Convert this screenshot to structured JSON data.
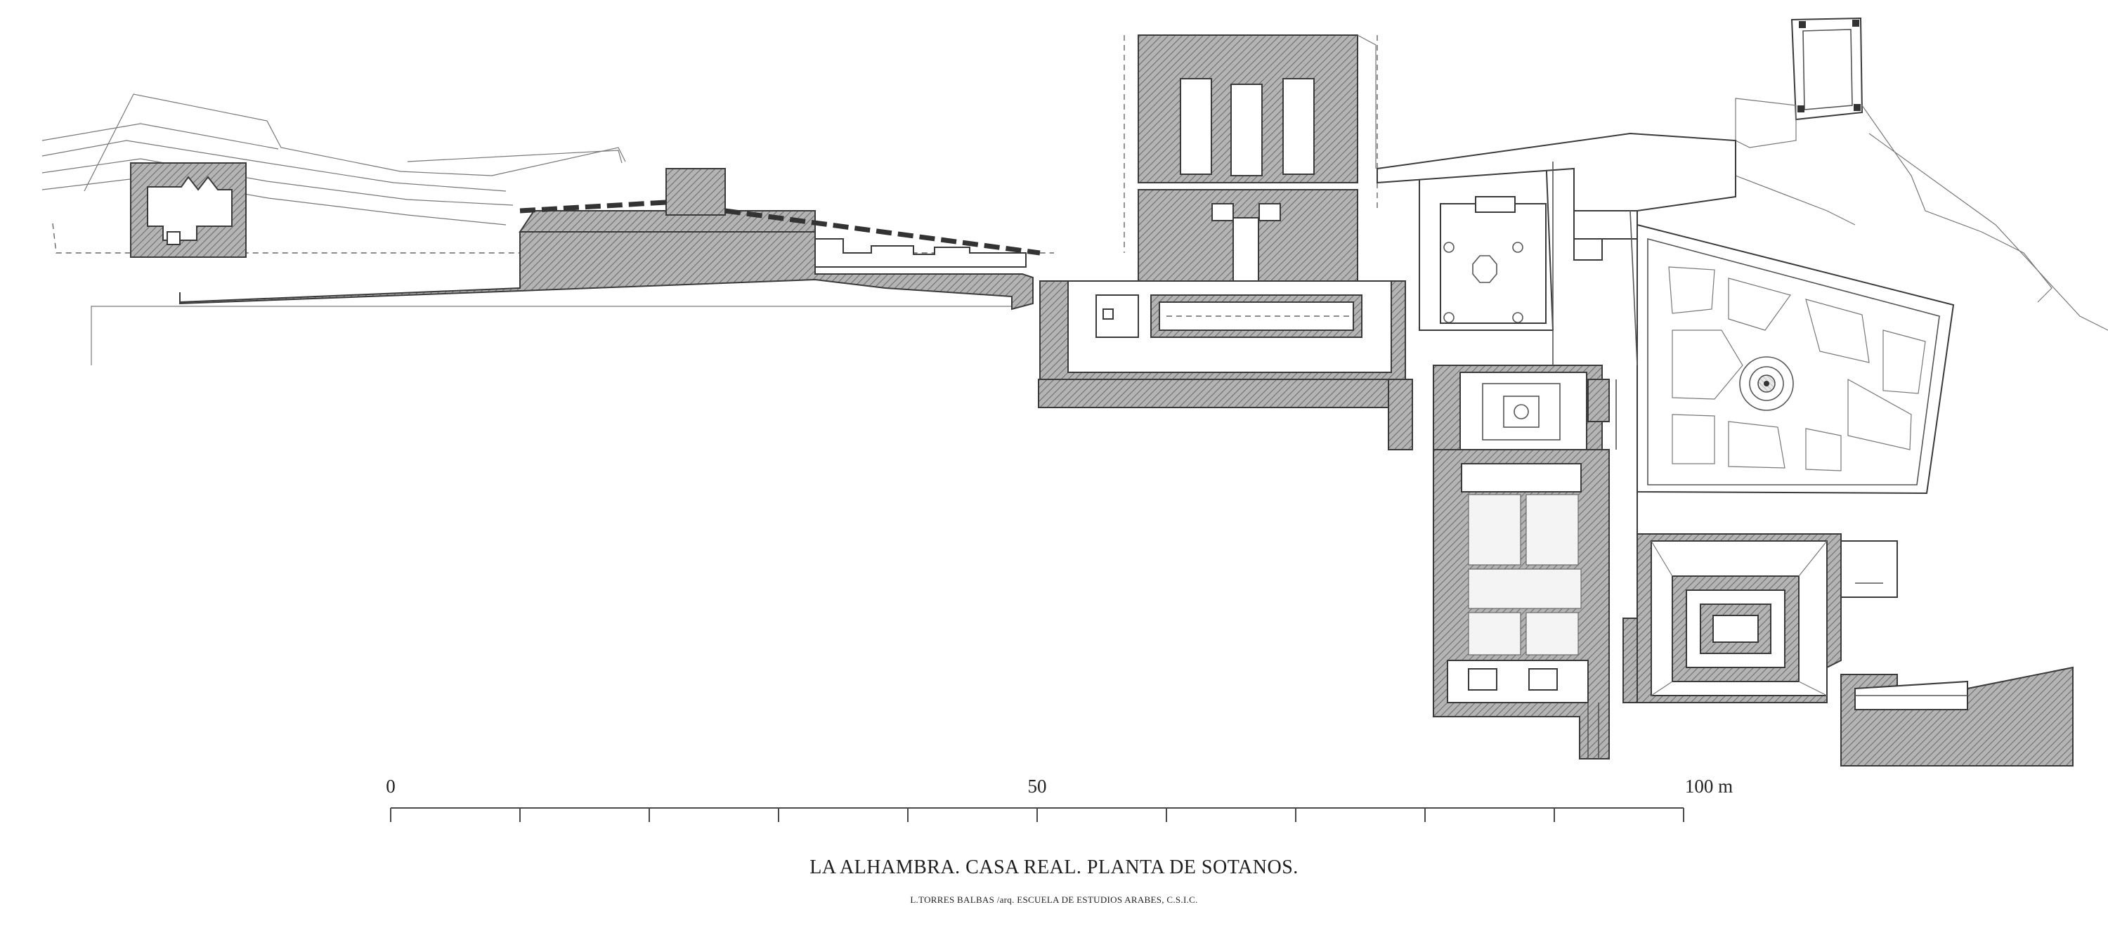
{
  "plan": {
    "title": "LA ALHAMBRA. CASA REAL. PLANTA DE SOTANOS.",
    "credit": "L.TORRES BALBAS /arq. ESCUELA DE ESTUDIOS ARABES, C.S.I.C."
  },
  "scale_bar": {
    "labels": [
      "0",
      "50",
      "100 m"
    ],
    "unit": "m",
    "range": [
      0,
      100
    ],
    "tick_interval": 10
  },
  "colors": {
    "ink": "#3a3a3a",
    "hatch_fill": "#a9a9a9",
    "background": "#ffffff"
  }
}
